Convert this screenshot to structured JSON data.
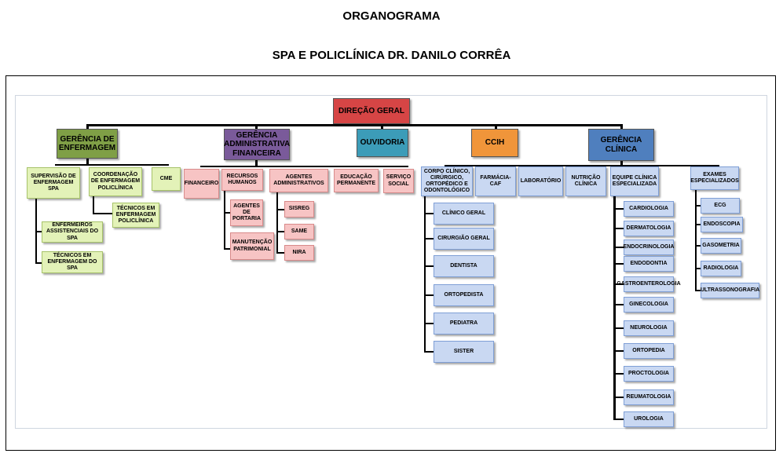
{
  "title": "ORGANOGRAMA",
  "subtitle": "SPA E POLICLÍNICA DR. DANILO CORRÊA",
  "top": "DIREÇÃO GERAL",
  "branches": {
    "enfermagem": {
      "label": "GERÊNCIA DE ENFERMAGEM",
      "supervisao": "SUPERVISÃO DE ENFERMAGEM SPA",
      "coordenacao": "COORDENAÇÃO DE ENFERMAGEM POLICLÍNICA",
      "cme": "CME",
      "tec_poli": "TÉCNICOS EM ENFERMAGEM POLICLÍNICA",
      "enf_assist": "ENFERMEIROS ASSISTENCIAIS DO SPA",
      "tec_spa": "TÉCNICOS EM ENFERMAGEM DO SPA"
    },
    "administrativa": {
      "label": "GERÊNCIA ADMINISTRATIVA FINANCEIRA",
      "financeiro": "FINANCEIRO",
      "rh": "RECURSOS HUMANOS",
      "agentes_portaria": "AGENTES DE PORTARIA",
      "manutencao": "MANUTENÇÃO PATRIMONIAL",
      "agentes_adm": "AGENTES ADMINISTRATIVOS",
      "sisreg": "SISREG",
      "same": "SAME",
      "nira": "NIRA",
      "educacao": "EDUCAÇÃO PERMANENTE",
      "servico_social": "SERVIÇO SOCIAL"
    },
    "ouvidoria": {
      "label": "OUVIDORIA"
    },
    "ccih": {
      "label": "CCIH"
    },
    "clinica": {
      "label": "GERÊNCIA CLÍNICA",
      "corpo": "CORPO CLÍNICO, CIRÚRGICO, ORTOPÉDICO E ODONTOLÓGICO",
      "corpo_items": [
        "CLÍNICO GERAL",
        "CIRURGIÃO GERAL",
        "DENTISTA",
        "ORTOPEDISTA",
        "PEDIATRA",
        "SISTER"
      ],
      "farmacia": "FARMÁCIA-CAF",
      "laboratorio": "LABORATÓRIO",
      "nutricao": "NUTRIÇÃO CLÍNICA",
      "equipe": "EQUIPE CLÍNICA ESPECIALIZADA",
      "equipe_items": [
        "CARDIOLOGIA",
        "DERMATOLOGIA",
        "ENDOCRINOLOGIA",
        "ENDODONTIA",
        "GASTROENTEROLOGIA",
        "GINECOLOGIA",
        "NEUROLOGIA",
        "ORTOPEDIA",
        "PROCTOLOGIA",
        "REUMATOLOGIA",
        "UROLOGIA"
      ],
      "exames": "EXAMES ESPECIALIZADOS",
      "exames_items": [
        "ECG",
        "ENDOSCOPIA",
        "GASOMETRIA",
        "RADIOLOGIA",
        "ULTRASSONOGRAFIA"
      ]
    }
  }
}
